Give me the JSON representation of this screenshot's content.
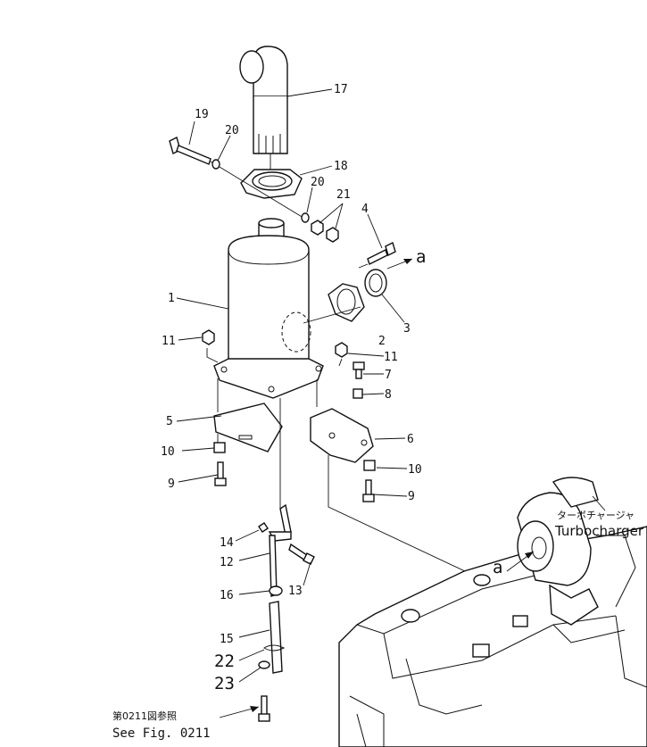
{
  "callouts": [
    {
      "id": "c1",
      "text": "1"
    },
    {
      "id": "c2",
      "text": "2"
    },
    {
      "id": "c3",
      "text": "3"
    },
    {
      "id": "c4",
      "text": "4"
    },
    {
      "id": "c5",
      "text": "5"
    },
    {
      "id": "c6",
      "text": "6"
    },
    {
      "id": "c7",
      "text": "7"
    },
    {
      "id": "c8",
      "text": "8"
    },
    {
      "id": "c9a",
      "text": "9"
    },
    {
      "id": "c9b",
      "text": "9"
    },
    {
      "id": "c10a",
      "text": "10"
    },
    {
      "id": "c10b",
      "text": "10"
    },
    {
      "id": "c11a",
      "text": "11"
    },
    {
      "id": "c11b",
      "text": "11"
    },
    {
      "id": "c12",
      "text": "12"
    },
    {
      "id": "c13",
      "text": "13"
    },
    {
      "id": "c14",
      "text": "14"
    },
    {
      "id": "c15",
      "text": "15"
    },
    {
      "id": "c16",
      "text": "16"
    },
    {
      "id": "c17",
      "text": "17"
    },
    {
      "id": "c18",
      "text": "18"
    },
    {
      "id": "c19",
      "text": "19"
    },
    {
      "id": "c20a",
      "text": "20"
    },
    {
      "id": "c20b",
      "text": "20"
    },
    {
      "id": "c21",
      "text": "21"
    },
    {
      "id": "c22",
      "text": "22"
    },
    {
      "id": "c23",
      "text": "23"
    }
  ],
  "refs": {
    "a_upper": "a",
    "a_lower": "a"
  },
  "turbocharger": {
    "jp": "ターボチャージャ",
    "en": "Turbocharger"
  },
  "fig_ref": {
    "jp": "第0211図参照",
    "en": "See Fig. 0211"
  }
}
